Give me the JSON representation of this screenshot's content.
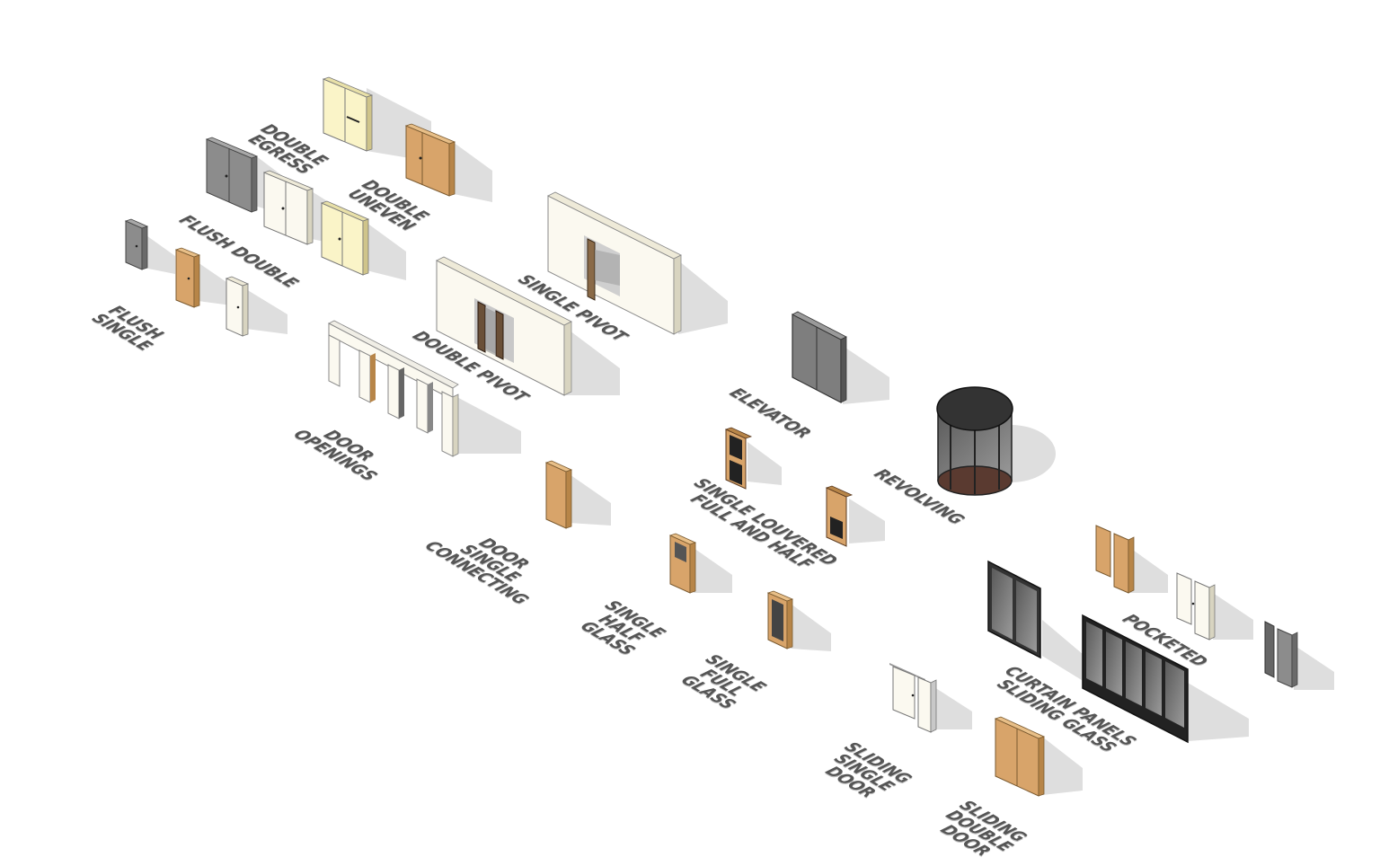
{
  "labels": {
    "double_egress": [
      "DOUBLE",
      "EGRESS"
    ],
    "double_uneven": [
      "DOUBLE",
      "UNEVEN"
    ],
    "flush_double": [
      "FLUSH DOUBLE"
    ],
    "flush_single": [
      "FLUSH",
      "SINGLE"
    ],
    "single_pivot": [
      "SINGLE PIVOT"
    ],
    "double_pivot": [
      "DOUBLE PIVOT"
    ],
    "door_openings": [
      "DOOR",
      "OPENINGS"
    ],
    "elevator": [
      "ELEVATOR"
    ],
    "revolving": [
      "REVOLVING"
    ],
    "single_louvered": [
      "SINGLE LOUVERED",
      "FULL AND HALF"
    ],
    "door_single_connecting": [
      "DOOR",
      "SINGLE",
      "CONNECTING"
    ],
    "single_half_glass": [
      "SINGLE",
      "HALF",
      "GLASS"
    ],
    "single_full_glass": [
      "SINGLE",
      "FULL",
      "GLASS"
    ],
    "pocketed": [
      "POCKETED"
    ],
    "curtain_panels": [
      "CURTAIN PANELS",
      "SLIDING GLASS"
    ],
    "sliding_single_door": [
      "SLIDING",
      "SINGLE",
      "DOOR"
    ],
    "sliding_double_door": [
      "SLIDING",
      "DOUBLE",
      "DOOR"
    ]
  },
  "colors": {
    "wood": "#d8a46a",
    "cream": "#faf4c8",
    "white": "#fbf9f0",
    "gray": "#8c8c8c",
    "dark": "#333333",
    "shadow": "#dedede",
    "label": "#555555"
  }
}
